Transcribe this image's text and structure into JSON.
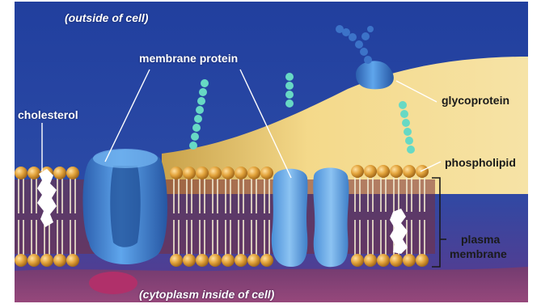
{
  "diagram": {
    "labels": {
      "outside": "(outside of cell)",
      "inside": "(cytoplasm inside of cell)",
      "membrane_protein": "membrane protein",
      "cholesterol": "cholesterol",
      "glycoprotein": "glycoprotein",
      "phospholipid": "phospholipid",
      "plasma_membrane_line1": "plasma",
      "plasma_membrane_line2": "membrane"
    },
    "colors": {
      "background_top": "#1d3d9c",
      "background_bottom": "#5b3a8e",
      "extracellular_fluid": "#f3d27a",
      "lipid_head": "#e0a23a",
      "lipid_tail": "#f4ecd2",
      "protein": "#3f86d6",
      "carbohydrate_chain": "#67d9c4",
      "cholesterol": "#ffffff"
    }
  }
}
